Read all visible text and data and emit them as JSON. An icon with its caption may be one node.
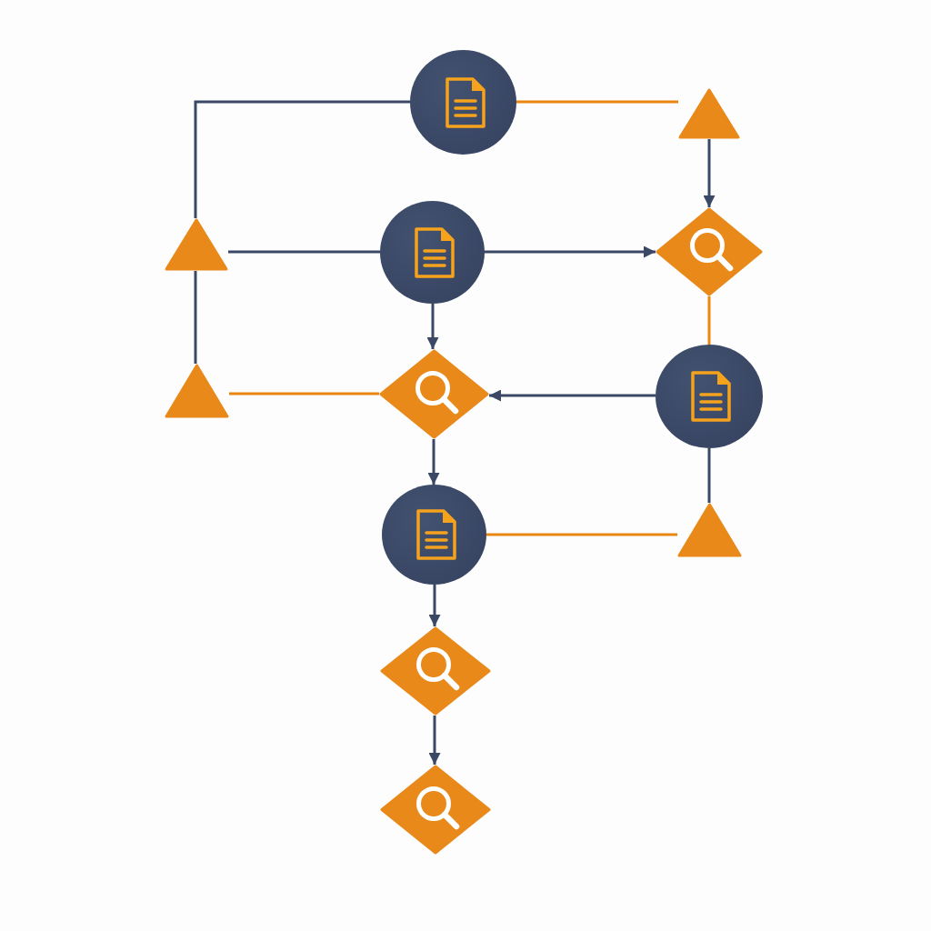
{
  "diagram": {
    "nodes": [
      {
        "text": [],
        "shape": "circle"
      },
      {
        "text": [],
        "shape": "triangle"
      },
      {
        "text": [],
        "shape": "triangle"
      },
      {
        "text": [],
        "shape": "circle"
      },
      {
        "text": [],
        "shape": "diamond"
      },
      {
        "text": [],
        "shape": "circle"
      },
      {
        "text": [],
        "shape": "triangle"
      },
      {
        "text": [],
        "shape": "diamond"
      },
      {
        "text": [],
        "shape": "circle"
      },
      {
        "text": [],
        "shape": "triangle"
      },
      {
        "text": [],
        "shape": "diamond"
      },
      {
        "text": [],
        "shape": "diamond"
      }
    ],
    "edges": [
      {
        "from": 0,
        "to": 2,
        "arrow": "none"
      },
      {
        "from": 0,
        "to": 1,
        "arrow": "none",
        "color": "#e8860f"
      },
      {
        "from": 1,
        "to": 4,
        "arrow": "to"
      },
      {
        "from": 2,
        "to": 3,
        "arrow": "none"
      },
      {
        "from": 3,
        "to": 4,
        "arrow": "to"
      },
      {
        "from": 3,
        "to": 7,
        "arrow": "to"
      },
      {
        "from": 4,
        "to": 5,
        "arrow": "none",
        "color": "#e8860f"
      },
      {
        "from": 5,
        "to": 7,
        "arrow": "to"
      },
      {
        "from": 6,
        "to": 7,
        "arrow": "none",
        "color": "#e8860f"
      },
      {
        "from": 6,
        "to": 2,
        "arrow": "none"
      },
      {
        "from": 7,
        "to": 8,
        "arrow": "to"
      },
      {
        "from": 5,
        "to": 9,
        "arrow": "none"
      },
      {
        "from": 8,
        "to": 9,
        "arrow": "none",
        "color": "#e8860f"
      },
      {
        "from": 8,
        "to": 10,
        "arrow": "to"
      },
      {
        "from": 10,
        "to": 11,
        "arrow": "to"
      }
    ]
  }
}
